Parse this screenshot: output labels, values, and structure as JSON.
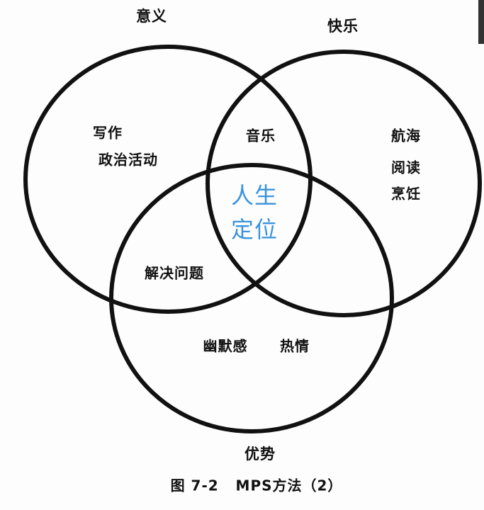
{
  "sets": {
    "meaning": {
      "label": "意义",
      "items": [
        "写作",
        "政治活动"
      ]
    },
    "pleasure": {
      "label": "快乐",
      "items": [
        "航海",
        "阅读",
        "烹饪"
      ]
    },
    "strengths": {
      "label": "优势",
      "items": [
        "幽默感",
        "热情"
      ]
    }
  },
  "intersections": {
    "meaning_pleasure": "音乐",
    "meaning_strengths": "解决问题",
    "center": [
      "人生",
      "定位"
    ]
  },
  "caption": "图 7-2   MPS方法（2）",
  "colors": {
    "center_text": "#3a93dc",
    "stroke": "#111111"
  }
}
